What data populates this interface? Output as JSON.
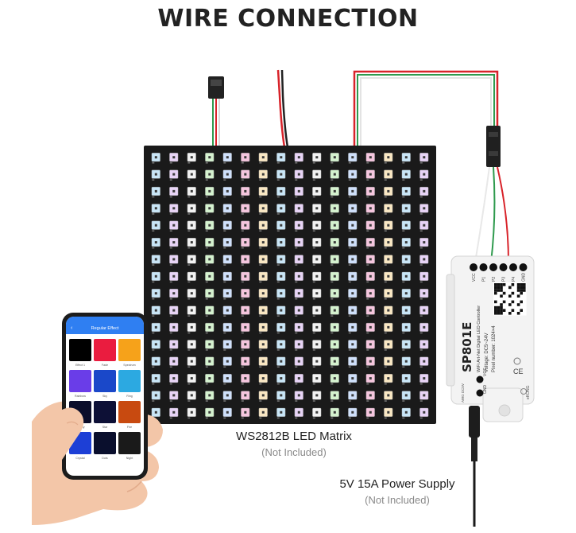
{
  "title": "WIRE CONNECTION",
  "matrix": {
    "name": "WS2812B LED Matrix",
    "note": "(Not Included)",
    "rows": 16,
    "cols": 16
  },
  "power_supply": {
    "name": "5V 15A Power Supply",
    "note": "(Not Included)"
  },
  "controller": {
    "model": "SP801E",
    "subtitle": "WiFi Art-Net Digital LED Controller",
    "voltage": "Voltage: DC5~24V",
    "pixels": "Pixel number: 1024×4",
    "ports": [
      "VCC",
      "P1",
      "P2",
      "P3",
      "P4",
      "GND"
    ],
    "power_ports": [
      "VCC",
      "GND"
    ],
    "input": "AWG DC5V",
    "brand": "eKONG"
  },
  "phone": {
    "header": "Regular Effect",
    "effects": [
      {
        "name": "Effect 1",
        "color": "#000000"
      },
      {
        "name": "Fade",
        "color": "#ea1c3f"
      },
      {
        "name": "Spectrum",
        "color": "#f6a21a"
      },
      {
        "name": "Rainbow",
        "color": "#6a3de8"
      },
      {
        "name": "Sky",
        "color": "#1a48c9"
      },
      {
        "name": "Ring",
        "color": "#2ca9e1"
      },
      {
        "name": "Galaxy",
        "color": "#0b0d2a"
      },
      {
        "name": "Star",
        "color": "#0d1036"
      },
      {
        "name": "Fire",
        "color": "#c84a10"
      },
      {
        "name": "Crystal",
        "color": "#1d3fd6"
      },
      {
        "name": "Dots",
        "color": "#0a0f2d"
      },
      {
        "name": "Night",
        "color": "#1a1a1a"
      }
    ]
  },
  "colors": {
    "wire_red": "#d8232a",
    "wire_green": "#2e9a4d",
    "wire_white": "#e9e9e9",
    "pcb": "#1a1a1a",
    "phone_blue": "#2f7ff2"
  }
}
